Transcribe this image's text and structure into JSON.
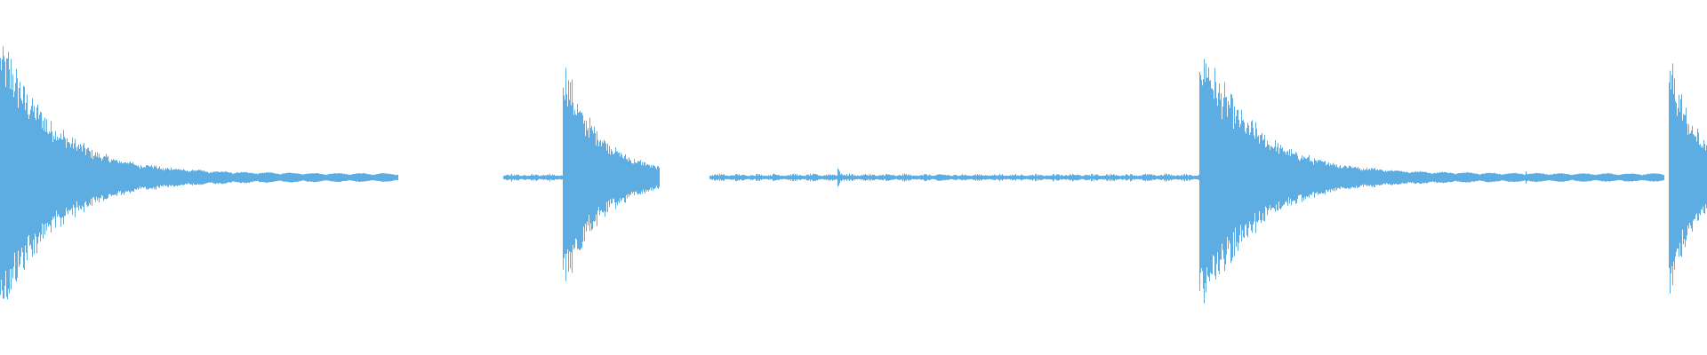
{
  "waveform": {
    "color": "#5dade2",
    "background": "#ffffff",
    "onsets": [
      {
        "position": 0.0,
        "amplitude": 1.0,
        "decay": 0.03,
        "ring": 0.05,
        "tail_to": 0.233
      },
      {
        "position": 0.33,
        "amplitude": 0.84,
        "decay": 0.02,
        "ring": 0.04,
        "tail_to": 0.386
      },
      {
        "position": 0.703,
        "amplitude": 0.99,
        "decay": 0.03,
        "ring": 0.05,
        "tail_to": 0.975
      },
      {
        "position": 0.978,
        "amplitude": 0.88,
        "decay": 0.015,
        "ring": 0.04,
        "tail_to": 1.0
      }
    ],
    "low_level_segments": [
      {
        "from": 0.295,
        "to": 0.33
      },
      {
        "from": 0.416,
        "to": 0.703
      }
    ],
    "small_blips": [
      {
        "position": 0.491,
        "amplitude": 0.08
      },
      {
        "position": 0.894,
        "amplitude": 0.06
      }
    ]
  }
}
